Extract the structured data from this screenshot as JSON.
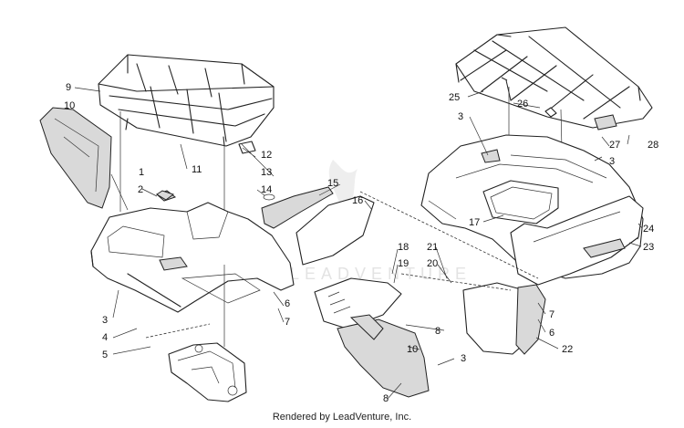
{
  "diagram": {
    "callouts": [
      "1",
      "2",
      "3",
      "4",
      "5",
      "6",
      "7",
      "8",
      "9",
      "10",
      "11",
      "12",
      "13",
      "14",
      "15",
      "16",
      "17",
      "18",
      "19",
      "20",
      "21",
      "22",
      "23",
      "24",
      "25",
      "26",
      "27",
      "28"
    ],
    "right_callouts": [
      "3",
      "3",
      "7",
      "6",
      "8",
      "10",
      "3",
      "8"
    ],
    "watermark": "LEADVENTURE"
  },
  "footer": {
    "credit": "Rendered by LeadVenture, Inc."
  }
}
